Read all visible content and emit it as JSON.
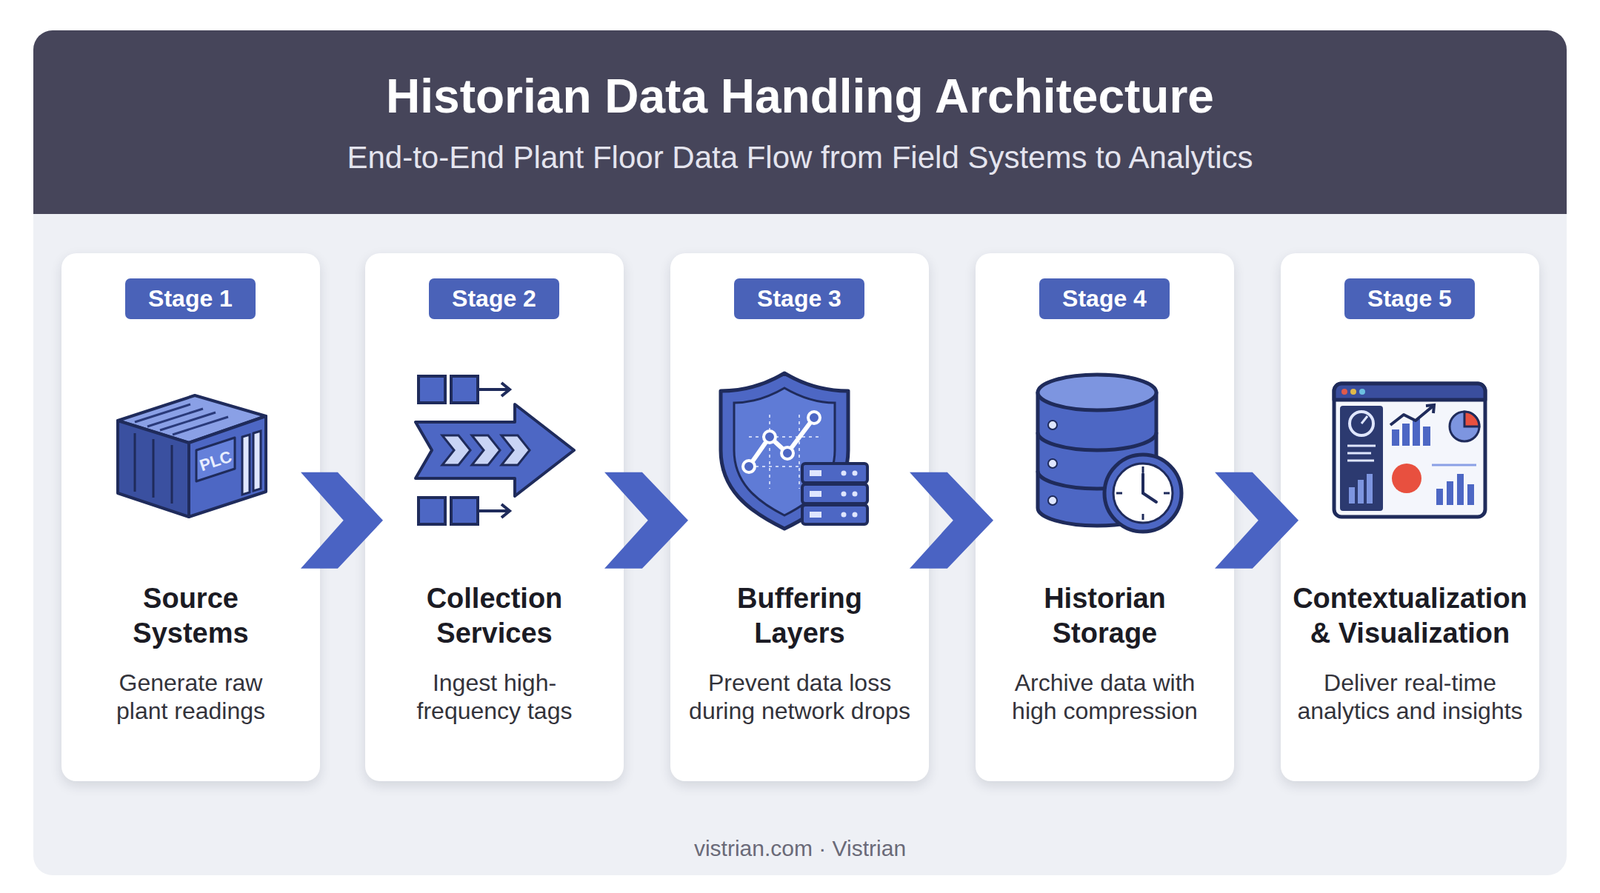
{
  "diagram": {
    "title": "Historian Data Handling Architecture",
    "nodes": [
      {
        "text": [
          "Source Systems",
          "Generate raw plant readings"
        ]
      },
      {
        "text": [
          "Stage 1"
        ],
        "in": 0
      },
      {
        "text": [
          "Collection Services",
          "Ingest high-frequency tags"
        ]
      },
      {
        "text": [
          "Stage 2"
        ],
        "in": 2
      },
      {
        "text": [
          "Buffering Layers",
          "Prevent data loss during network drops"
        ]
      },
      {
        "text": [
          "Stage 3"
        ],
        "in": 4
      },
      {
        "text": [
          "Historian Storage",
          "Archive data with high compression"
        ]
      },
      {
        "text": [
          "Stage 4"
        ],
        "in": 6
      },
      {
        "text": [
          "Contextualization & Visualization",
          "Deliver real-time analytics and insights"
        ]
      },
      {
        "text": [
          "Stage 5"
        ],
        "in": 8
      }
    ],
    "edges": [
      {
        "from": 0,
        "to": 2,
        "arrow": "to"
      },
      {
        "from": 2,
        "to": 4,
        "arrow": "to"
      },
      {
        "from": 4,
        "to": 6,
        "arrow": "to"
      },
      {
        "from": 6,
        "to": 8,
        "arrow": "to"
      }
    ],
    "labels": [
      "End-to-End Plant Floor Data Flow from Field Systems to Analytics",
      "PLC",
      "vistrian.com · Vistrian"
    ]
  }
}
